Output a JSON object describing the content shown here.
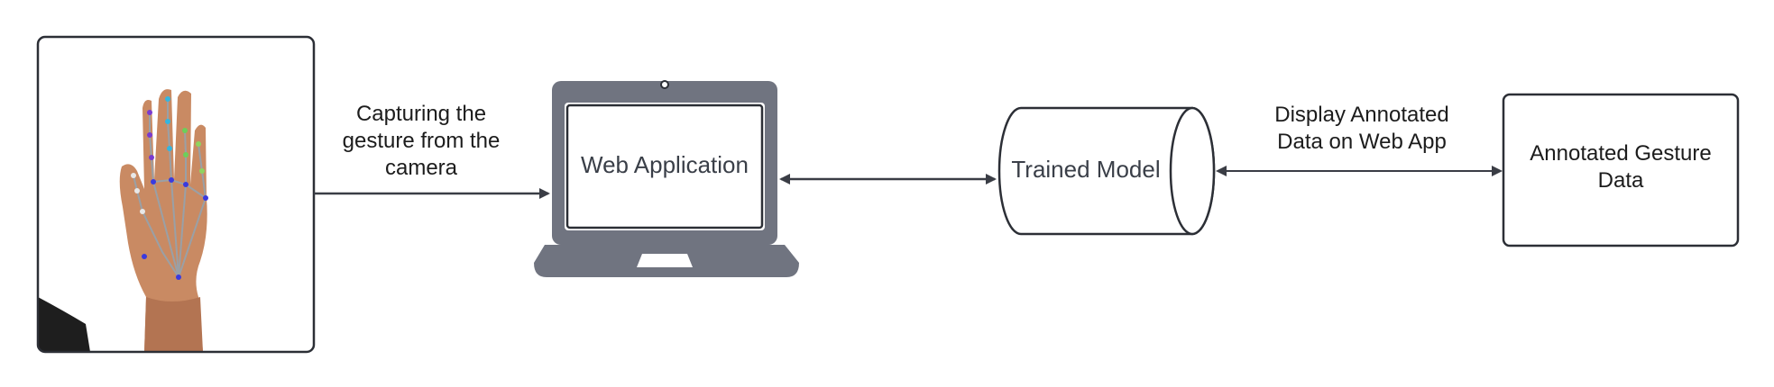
{
  "nodes": {
    "camera": {
      "icon": "hand-landmarks-photo"
    },
    "web_app": {
      "label": "Web Application",
      "icon": "laptop-icon"
    },
    "model": {
      "label": "Trained Model",
      "icon": "cylinder-database-icon"
    },
    "output": {
      "label": "Annotated Gesture Data"
    }
  },
  "edges": {
    "capture": {
      "label": "Capturing the gesture from the camera",
      "direction": "one-way"
    },
    "app_model": {
      "label": "",
      "direction": "two-way"
    },
    "display": {
      "label": "Display Annotated Data on Web App",
      "direction": "two-way"
    }
  },
  "colors": {
    "laptop": "#707480",
    "stroke": "#2c2f36",
    "arrow": "#3a3d45",
    "skin": "#c98a63"
  }
}
